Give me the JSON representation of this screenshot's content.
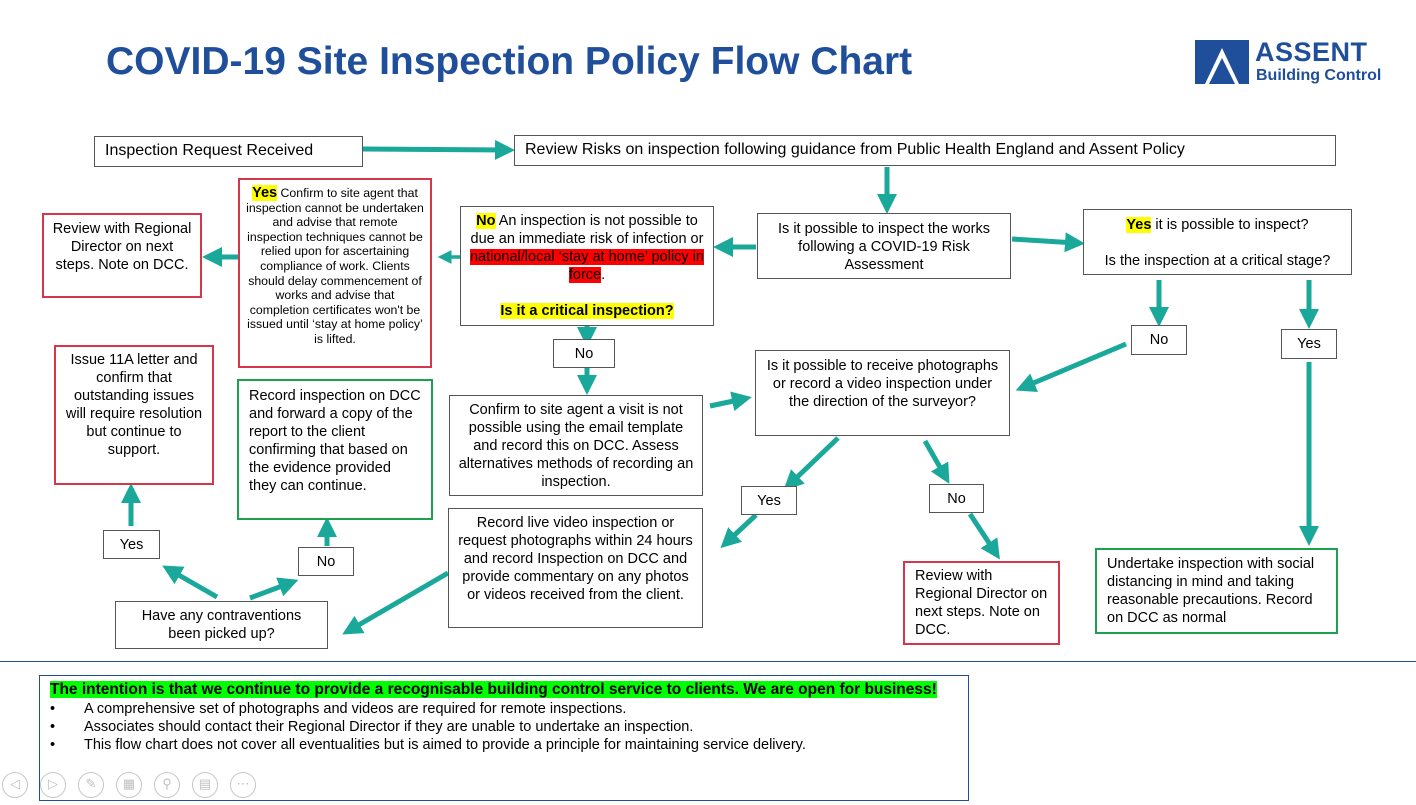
{
  "title": "COVID-19 Site Inspection Policy Flow Chart",
  "logo": {
    "line1": "ASSENT",
    "line2": "Building Control"
  },
  "colors": {
    "title": "#1f4e9a",
    "arrow": "#1aa89a",
    "red_border": "#d4374a",
    "green_border": "#1ea050",
    "highlight_yellow": "#ffff00",
    "highlight_red": "#ff0000",
    "highlight_green": "#00ff00"
  },
  "nodes": {
    "request": "Inspection Request Received",
    "review_risks": "Review Risks on inspection following guidance from Public Health England and Assent Policy",
    "possible": "Is it possible to inspect the works following a COVID-19 Risk Assessment",
    "yes_possible": {
      "tag": "Yes",
      "text": " it is possible to inspect?",
      "q2": "Is the inspection at a critical stage?"
    },
    "no_possible": {
      "tag": "No",
      "text1": " An inspection is not possible to due an immediate risk of infection or ",
      "red": "national/local ‘stay at home’ policy in force",
      "end": ".",
      "question": "Is it a critical inspection?"
    },
    "yes_confirm": {
      "tag": "Yes",
      "text": " Confirm to site agent that inspection cannot be undertaken and advise that remote inspection techniques cannot be relied upon for ascertaining compliance of work. Clients should delay commencement of works and advise that completion certificates won't be issued until ‘stay at home policy’ is lifted."
    },
    "review_director_left": "Review with Regional Director on next steps. Note on DCC.",
    "issue_11a": "Issue 11A letter and confirm that outstanding issues will require resolution but continue to support.",
    "record_dcc": "Record inspection on DCC and forward a copy of the report to the client confirming that based on the evidence provided they can continue.",
    "confirm_not_possible": "Confirm to site agent a visit is not possible using the email template and record this on DCC. Assess alternatives methods of recording an inspection.",
    "photos_question": "Is it possible to receive photographs or record a video inspection under the direction of the surveyor?",
    "record_live": "Record live video inspection or request photographs within 24 hours and record Inspection on DCC and provide commentary on any photos or videos received from the client.",
    "contraventions": "Have any contraventions been picked up?",
    "review_director_bottom": "Review with Regional Director on next steps. Note on DCC.",
    "undertake": "Undertake inspection with social distancing in mind and taking reasonable precautions. Record on DCC as normal"
  },
  "labels": {
    "no_critical": "No",
    "no_stage": "No",
    "yes_stage": "Yes",
    "yes_photos": "Yes",
    "no_photos": "No",
    "yes_contra": "Yes",
    "no_contra": "No"
  },
  "notes": {
    "lead": "The intention is that we continue to provide a recognisable building control service to clients. We are open for business!",
    "bullets": [
      "A comprehensive set of photographs and videos are required for remote inspections.",
      "Associates should contact their Regional Director if they are unable to undertake an inspection.",
      "This flow chart does not cover all eventualities but is aimed to provide a principle for maintaining service delivery."
    ]
  },
  "controls": [
    {
      "name": "prev-slide-icon",
      "glyph": "◁"
    },
    {
      "name": "next-slide-icon",
      "glyph": "▷"
    },
    {
      "name": "pen-icon",
      "glyph": "✎"
    },
    {
      "name": "slides-grid-icon",
      "glyph": "▦"
    },
    {
      "name": "zoom-icon",
      "glyph": "⚲"
    },
    {
      "name": "subtitles-icon",
      "glyph": "▤"
    },
    {
      "name": "more-options-icon",
      "glyph": "⋯"
    }
  ]
}
